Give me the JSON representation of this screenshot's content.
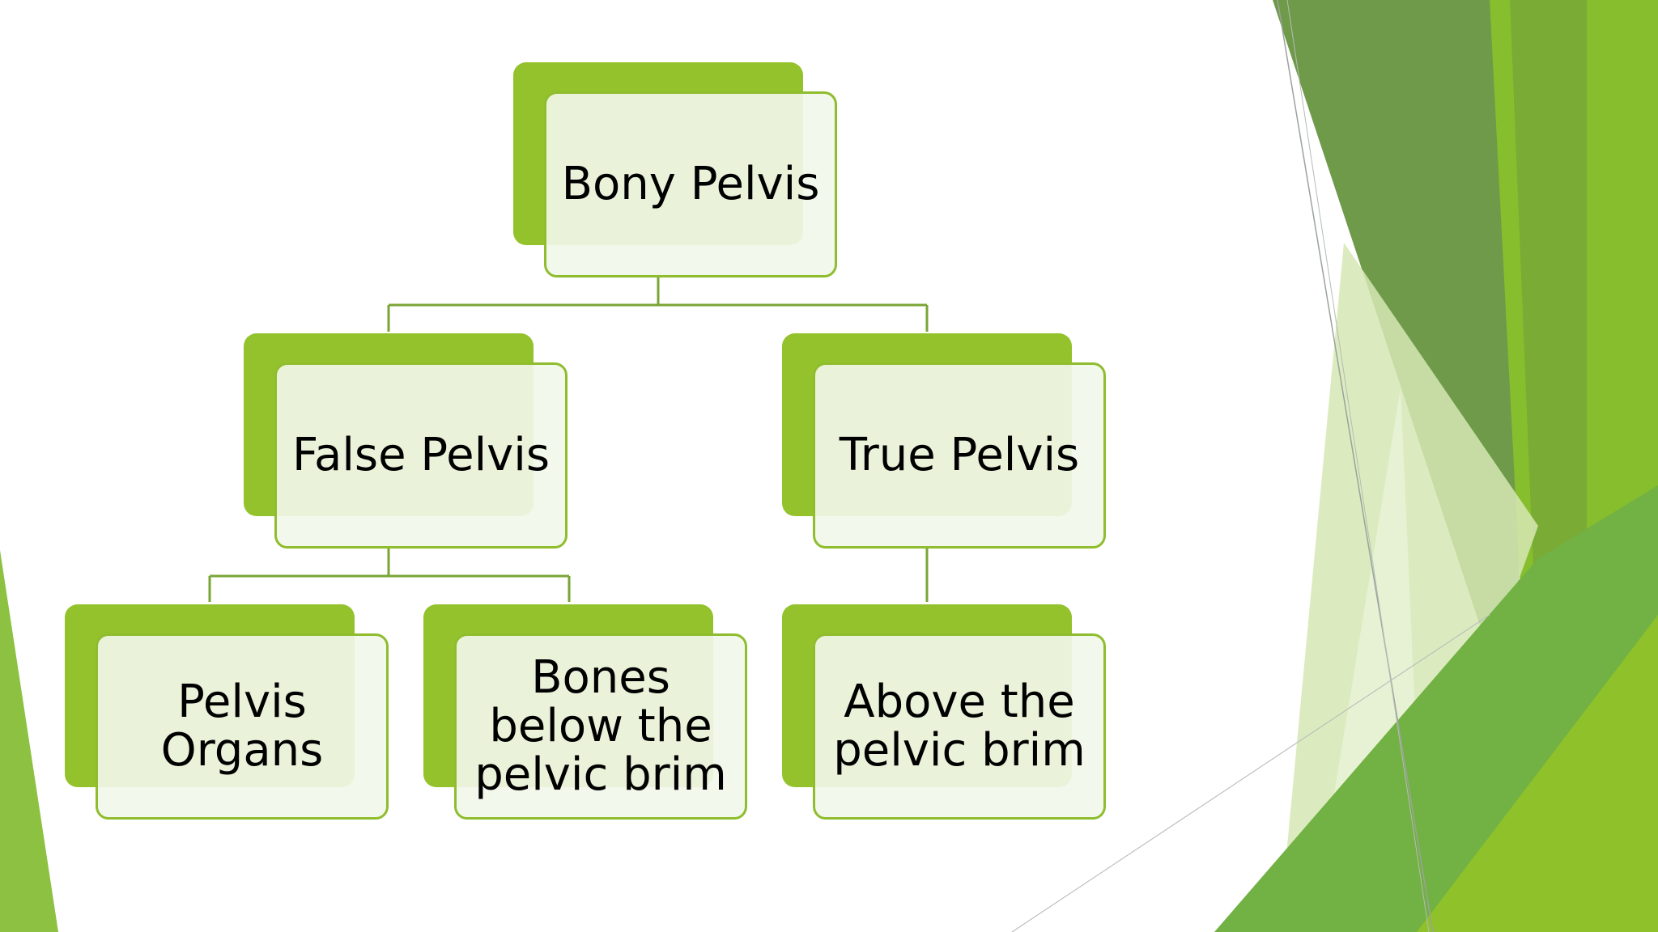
{
  "nodes": {
    "root": {
      "label": "Bony Pelvis"
    },
    "false_pelvis": {
      "label": "False Pelvis"
    },
    "true_pelvis": {
      "label": "True Pelvis"
    },
    "pelvis_organs": {
      "label": "Pelvis\nOrgans"
    },
    "bones_below": {
      "label": "Bones\nbelow the\npelvic brim"
    },
    "above_brim": {
      "label": "Above the\npelvic brim"
    }
  },
  "colors": {
    "accent": "#93c22c",
    "connector": "#7aa536",
    "card_fill": "#f1f7e9",
    "dark_green": "#6a9a3c",
    "light_green": "#cfe3a6"
  }
}
